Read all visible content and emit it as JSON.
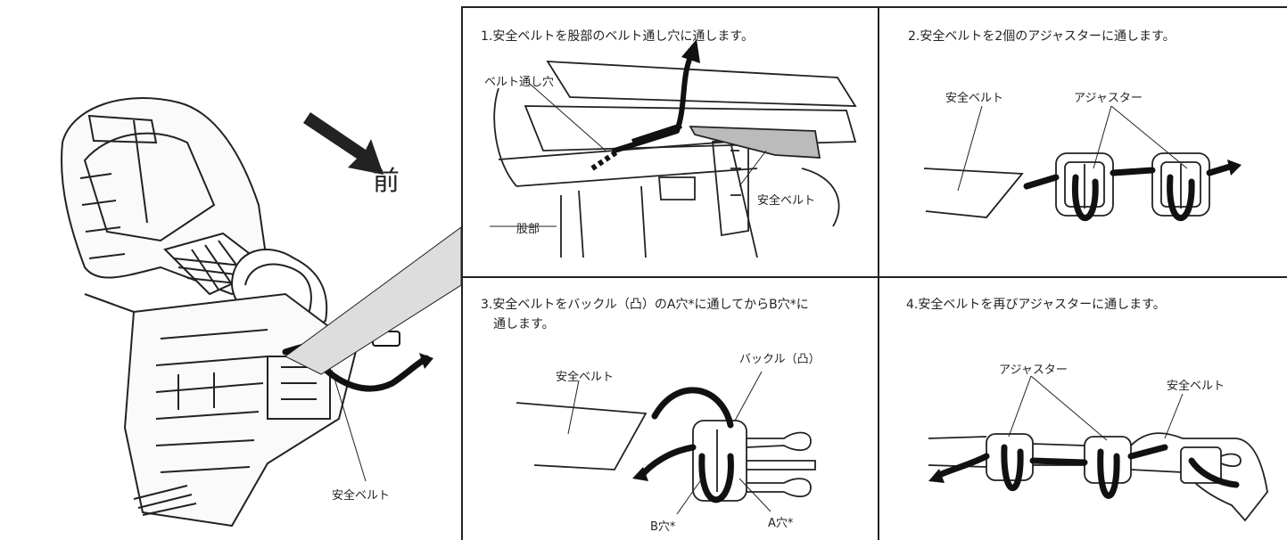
{
  "left": {
    "front_label": "前",
    "belt_label": "安全ベルト"
  },
  "step1": {
    "text": "1.安全ベルトを股部のベルト通し穴に通します。",
    "hole_label": "ベルト通し穴",
    "belt_label": "安全ベルト",
    "crotch_label": "股部"
  },
  "step2": {
    "text": "2.安全ベルトを2個のアジャスターに通します。",
    "belt_label": "安全ベルト",
    "adjuster_label": "アジャスター"
  },
  "step3": {
    "text_line1": "3.安全ベルトをバックル（凸）のA穴*に通してからB穴*に",
    "text_line2": "通します。",
    "belt_label": "安全ベルト",
    "buckle_label": "バックル（凸）",
    "a_hole_label": "A穴*",
    "b_hole_label": "B穴*"
  },
  "step4": {
    "text": "4.安全ベルトを再びアジャスターに通します。",
    "adjuster_label": "アジャスター",
    "belt_label": "安全ベルト"
  }
}
